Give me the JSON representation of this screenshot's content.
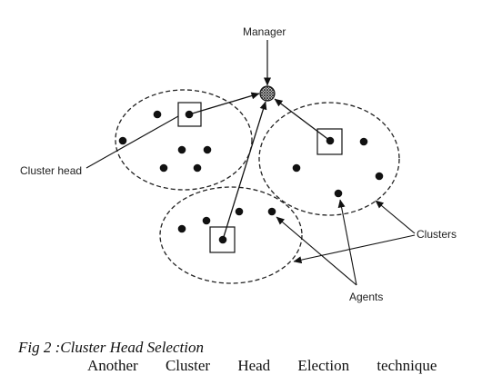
{
  "diagram": {
    "labels": {
      "manager": "Manager",
      "cluster_head": "Cluster head",
      "clusters": "Clusters",
      "agents": "Agents"
    }
  },
  "caption": "Fig 2 :Cluster Head Selection",
  "partial_text": "Another Cluster Head Election technique"
}
